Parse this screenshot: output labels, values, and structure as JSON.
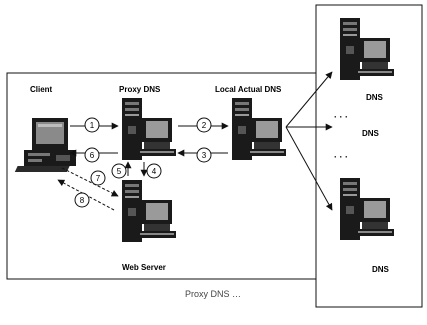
{
  "labels": {
    "client": "Client",
    "proxy": "Proxy DNS",
    "local": "Local Actual DNS",
    "webserver": "Web Server",
    "dns1": "DNS",
    "dns2": "DNS",
    "dns3": "DNS",
    "ellipsis_top": "· · ·",
    "ellipsis_bottom": "· · ·"
  },
  "steps": {
    "s1": "1",
    "s2": "2",
    "s3": "3",
    "s4": "4",
    "s5": "5",
    "s6": "6",
    "s7": "7",
    "s8": "8"
  },
  "caption": "Proxy DNS  …",
  "colors": {
    "line": "#111111",
    "computer_dark": "#1a1a1a",
    "computer_mid": "#6e6e6e",
    "computer_light": "#c9c9c9"
  }
}
